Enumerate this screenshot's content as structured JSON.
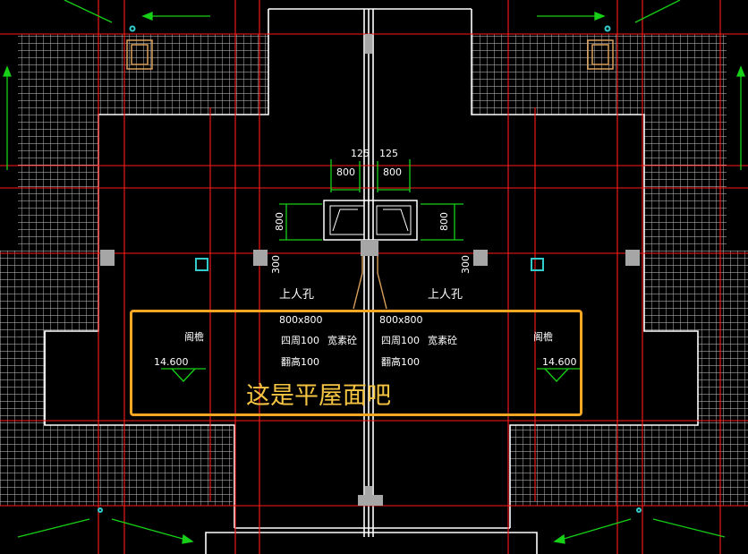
{
  "drawing": {
    "dimensions": {
      "top_left_125": "125",
      "top_right_125": "125",
      "top_left_800": "800",
      "top_right_800": "800",
      "side_left_800": "800",
      "side_right_800": "800",
      "left_300": "300",
      "right_300": "300"
    },
    "labels": {
      "hatch_left": "上人孔",
      "hatch_right": "上人孔",
      "hatch_size_left": "800x800",
      "hatch_size_right": "800x800",
      "perimeter_left": "四周100",
      "perimeter_right": "四周100",
      "material_left": "宽素砼",
      "material_right": "宽素砼",
      "raise_left": "翻高100",
      "raise_right": "翻高100",
      "eave_left": "阁檐",
      "eave_right": "阁檐",
      "elev_left": "14.600",
      "elev_right": "14.600"
    }
  },
  "annotation": {
    "text": "这是平屋面吧",
    "color": "#f5a623"
  },
  "colors": {
    "background": "#000000",
    "grid_red": "#ff1a1a",
    "wall_white": "#ffffff",
    "dim_green": "#17d017",
    "hatch_tan": "#d9a05b",
    "gray_block": "#a6a6a6",
    "cyan_mark": "#33cccc"
  }
}
